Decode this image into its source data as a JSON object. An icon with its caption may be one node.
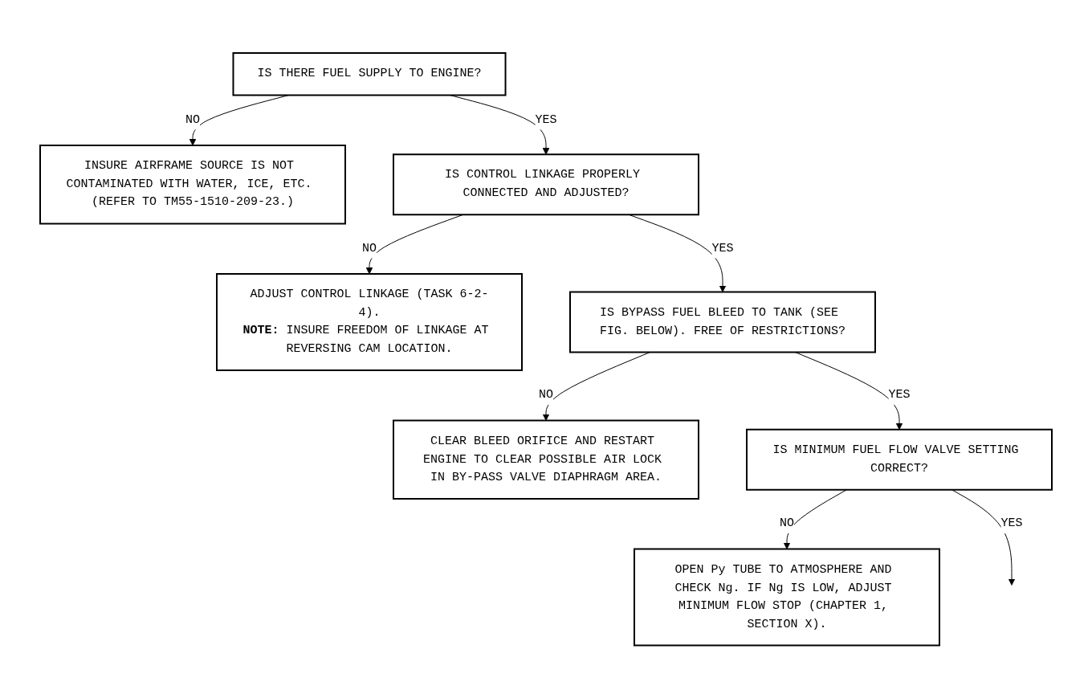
{
  "diagram": {
    "nodes": [
      {
        "text": [
          "IS THERE FUEL SUPPLY TO ENGINE?"
        ]
      },
      {
        "text": [
          "INSURE AIRFRAME SOURCE IS NOT CONTAMINATED WITH WATER, ICE, ETC. (REFER TO TM55-1510-209-23.)"
        ]
      },
      {
        "text": [
          "IS CONTROL LINKAGE PROPERLY CONNECTED AND ADJUSTED?"
        ]
      },
      {
        "text": [
          "ADJUST CONTROL LINKAGE (TASK 6-2-4).",
          "**NOTE:** INSURE FREEDOM OF LINKAGE AT REVERSING CAM LOCATION."
        ]
      },
      {
        "text": [
          "IS BYPASS FUEL BLEED TO TANK (SEE FIG. BELOW). FREE OF RESTRICTIONS?"
        ]
      },
      {
        "text": [
          "CLEAR BLEED ORIFICE AND RESTART ENGINE TO CLEAR POSSIBLE AIR LOCK IN BY-PASS VALVE DIAPHRAGM AREA."
        ]
      },
      {
        "text": [
          "IS MINIMUM FUEL FLOW VALVE SETTING CORRECT?"
        ]
      },
      {
        "text": [
          "OPEN Py TUBE TO ATMOSPHERE AND CHECK Ng. IF Ng IS LOW, ADJUST MINIMUM FLOW STOP (CHAPTER 1, SECTION X)."
        ]
      }
    ],
    "edges": [
      {
        "from": 0,
        "to": 1,
        "arrow": "to",
        "label": "NO"
      },
      {
        "from": 0,
        "to": 2,
        "arrow": "to",
        "label": "YES"
      },
      {
        "from": 2,
        "to": 3,
        "arrow": "to",
        "label": "NO"
      },
      {
        "from": 2,
        "to": 4,
        "arrow": "to",
        "label": "YES"
      },
      {
        "from": 4,
        "to": 5,
        "arrow": "to",
        "label": "NO"
      },
      {
        "from": 4,
        "to": 6,
        "arrow": "to",
        "label": "YES"
      },
      {
        "from": 6,
        "to": 7,
        "arrow": "to",
        "label": "NO"
      },
      {
        "from": 6,
        "to": null,
        "arrow": "to",
        "label": "YES"
      }
    ]
  }
}
